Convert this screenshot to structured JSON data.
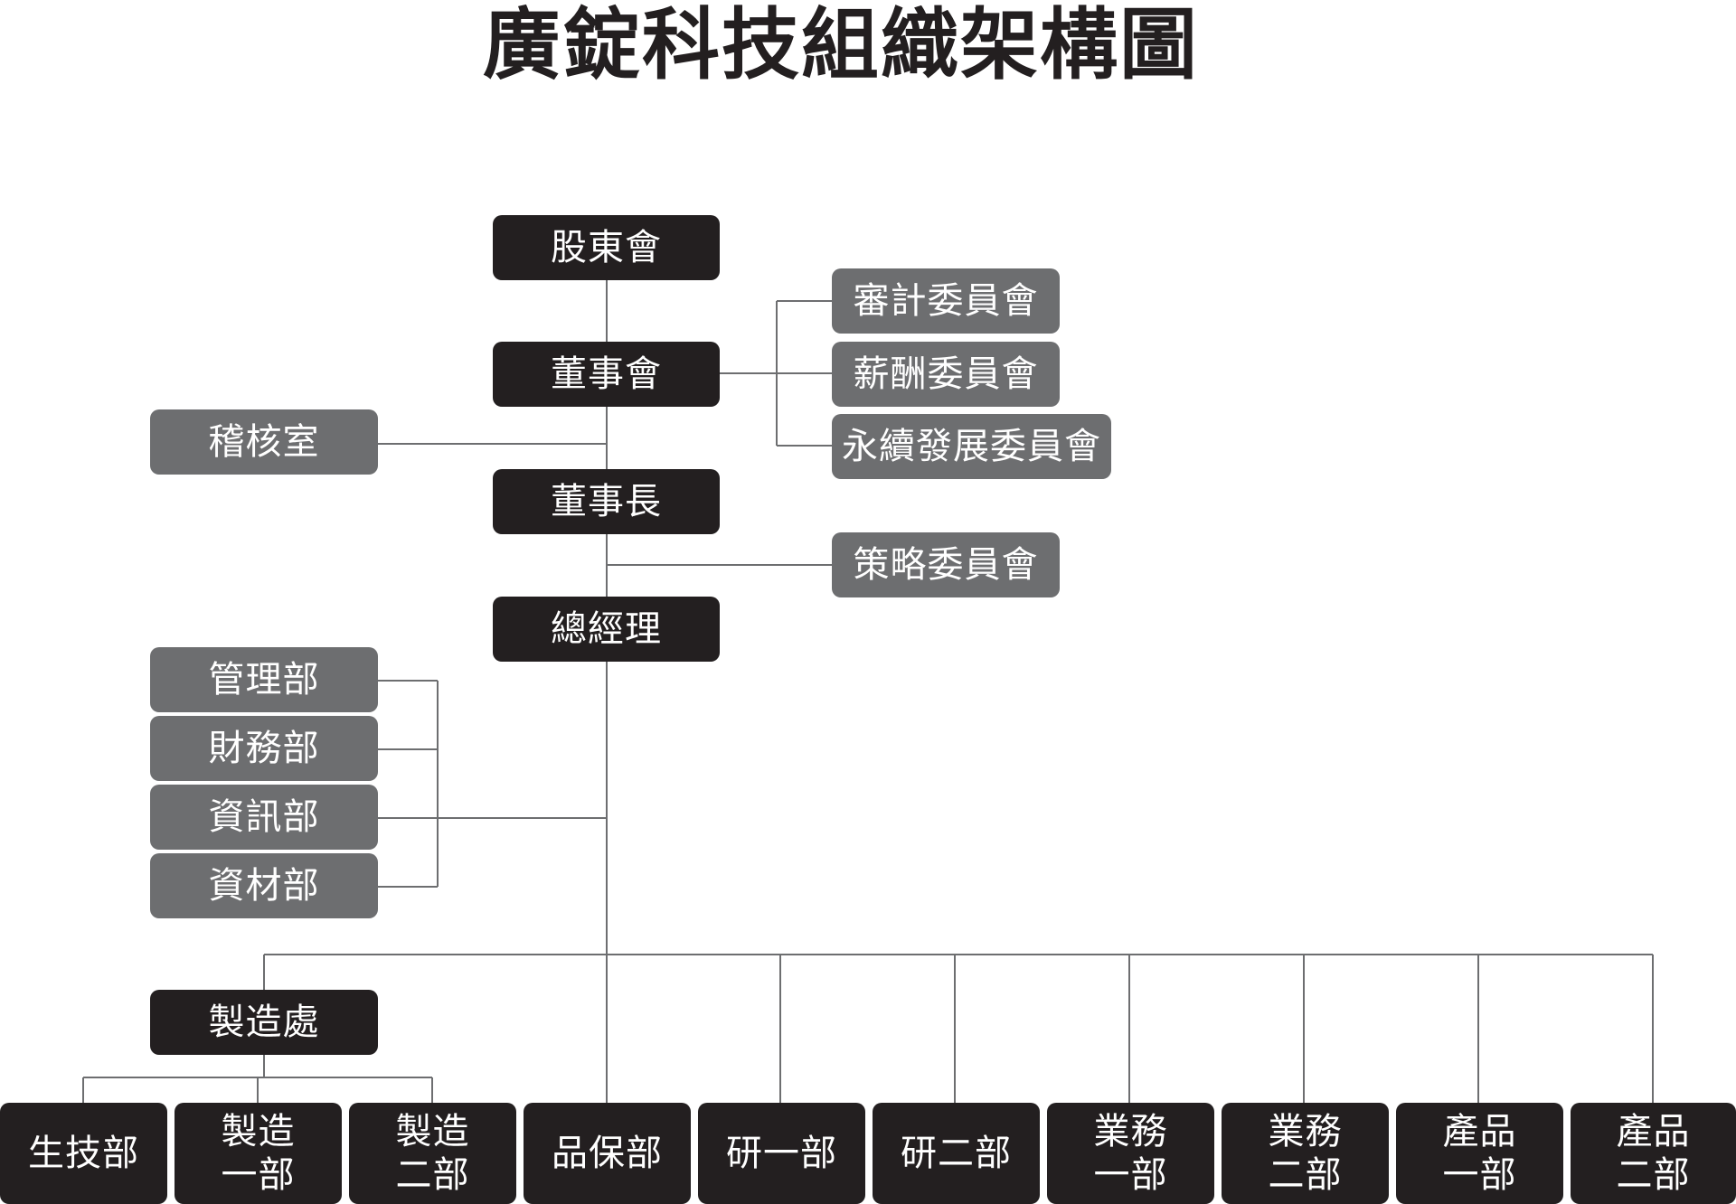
{
  "title": "廣錠科技組織架構圖",
  "colors": {
    "primary_box": "#231f20",
    "secondary_box": "#6d6e70",
    "connector": "#6d6e70",
    "text": "#ffffff"
  },
  "nodes": {
    "shareholders": "股東會",
    "board": "董事會",
    "chairman": "董事長",
    "general_manager": "總經理",
    "audit_office": "稽核室",
    "audit_committee": "審計委員會",
    "compensation_committee": "薪酬委員會",
    "sustainability_committee": "永續發展委員會",
    "strategy_committee": "策略委員會",
    "admin_dept": "管理部",
    "finance_dept": "財務部",
    "it_dept": "資訊部",
    "materials_dept": "資材部",
    "manufacturing_division": "製造處",
    "production_tech_dept": "生技部",
    "manufacturing_1": "製造\n一部",
    "manufacturing_2": "製造\n二部",
    "qa_dept": "品保部",
    "rd_1": "研一部",
    "rd_2": "研二部",
    "sales_1": "業務\n一部",
    "sales_2": "業務\n二部",
    "product_1": "產品\n一部",
    "product_2": "產品\n二部"
  }
}
